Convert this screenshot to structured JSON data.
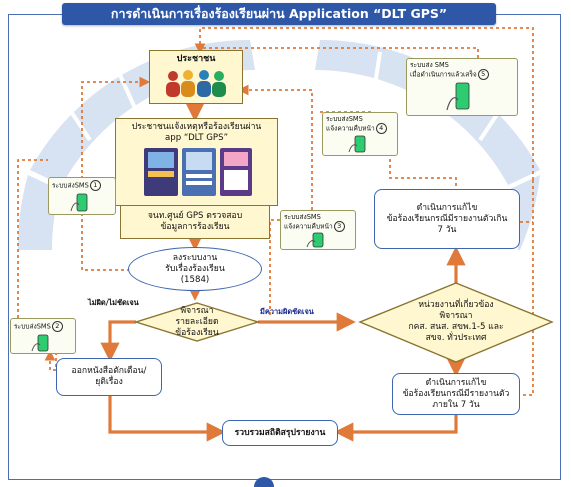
{
  "title": "การดำเนินการเรื่องร้องเรียนผ่าน Application “DLT GPS”",
  "nodes": {
    "people": "ประชาชน",
    "report": "ประชาชนแจ้งเหตุหรือร้องเรียนผ่าน\napp “DLT GPS”",
    "center": "จนท.ศูนย์ GPS ตรวจสอบ\nข้อมูลการร้องเรียน",
    "register": "ลงระบบงาน\nรับเรื่องร้องเรียน\n(1584)",
    "consider": "พิจารณา\nรายละเอียด\nข้อร้องเรียน",
    "agencies": "หน่วยงานที่เกี่ยวข้อง\nพิจารณา\nกคส. สนส. สขพ.1-5 และ\nสขจ. ทั่วประเทศ",
    "fix_top": "ดำเนินการแก้ไข\nข้อร้องเรียนกรณีมีรายงานตัวเกิน\n7 วัน",
    "fix_bottom": "ดำเนินการแก้ไข\nข้อร้องเรียนกรณีมีรายงานตัว\nภายใน 7 วัน",
    "warning": "ออกหนังสือตักเตือน/\nยุติเรื่อง",
    "summary": "รวบรวมสถิติสรุปรายงาน"
  },
  "labels": {
    "unclear": "ไม่ผิด/ไม่ชัดเจน",
    "guilty": "มีความผิดชัดเจน"
  },
  "sms": {
    "s1": {
      "text": "ระบบส่งSMS",
      "num": "1"
    },
    "s2": {
      "text": "ระบบส่งSMS",
      "num": "2"
    },
    "s3": {
      "text": "ระบบส่งSMS\nแจ้งความคืบหน้า",
      "num": "3"
    },
    "s4": {
      "text": "ระบบส่งSMS\nแจ้งความคืบหน้า",
      "num": "4"
    },
    "s5": {
      "text": "ระบบส่ง SMS\nเมื่อดำเนินการแล้วเสร็จ",
      "num": "5"
    }
  },
  "colors": {
    "accent": "#2e57a8",
    "flow_arrow": "#e07a3a",
    "sms_arrow": "#e07a3a",
    "node_border": "#3e66b0",
    "yellow_fill": "#fff7cf"
  }
}
